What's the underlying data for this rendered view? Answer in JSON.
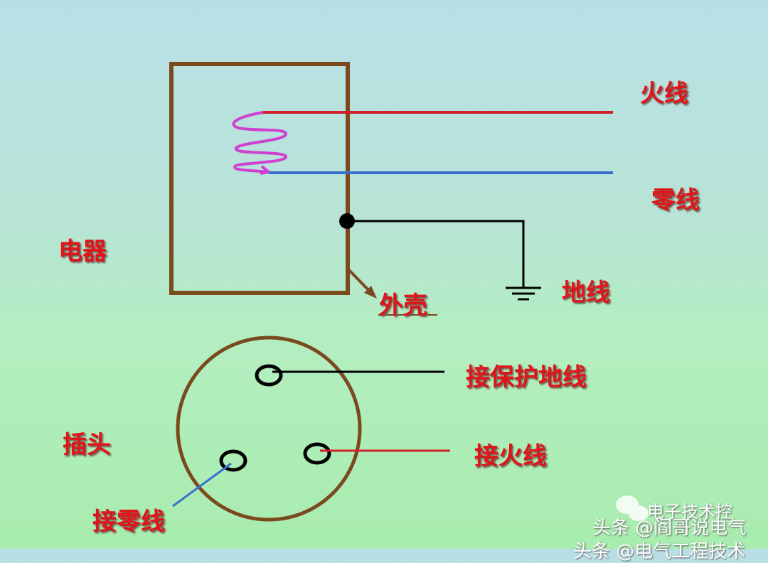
{
  "labels": {
    "live_wire": "火线",
    "neutral_wire": "零线",
    "appliance": "电器",
    "ground_wire": "地线",
    "enclosure": "外壳",
    "plug": "插头",
    "pin_ground": "接保护地线",
    "pin_live": "接火线",
    "pin_neutral": "接零线"
  },
  "watermarks": {
    "wechat": "电子技术控",
    "line1": "头条 @阎哥说电气",
    "line2": "头条 @电气工程技术"
  },
  "colors": {
    "live": "#d0202a",
    "neutral": "#3a6fd0",
    "ground": "#000000",
    "enclosure": "#7a4a1e",
    "heater_coil": "#d040d0",
    "label": "#e0141a"
  }
}
